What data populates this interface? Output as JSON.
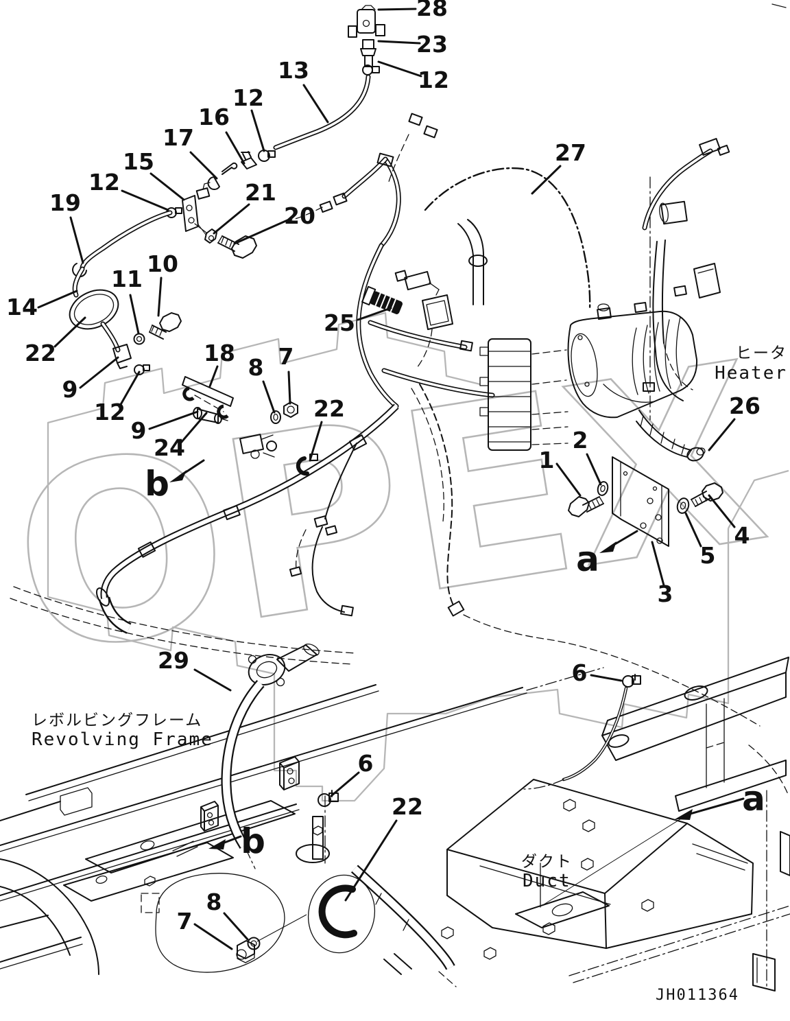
{
  "figure": {
    "drawing_number": "JH011364",
    "watermark": "OPEX"
  },
  "annotations": {
    "heater_jp": "ヒータ",
    "heater_en": "Heater",
    "revolving_frame_jp": "レボルビングフレーム",
    "revolving_frame_en": "Revolving Frame",
    "duct_jp": "ダクト",
    "duct_en": "Duct"
  },
  "views": {
    "a_upper": "a",
    "b_upper": "b",
    "a_lower": "a",
    "b_lower": "b"
  },
  "callouts": [
    {
      "id": "valve-28",
      "label": "28"
    },
    {
      "id": "fitting-23",
      "label": "23"
    },
    {
      "id": "clamp-12-top",
      "label": "12"
    },
    {
      "id": "hose-13",
      "label": "13"
    },
    {
      "id": "clamp-12-hose13",
      "label": "12"
    },
    {
      "id": "fitting-16",
      "label": "16"
    },
    {
      "id": "elbow-17",
      "label": "17"
    },
    {
      "id": "bracket-15",
      "label": "15"
    },
    {
      "id": "clamp-12-left",
      "label": "12"
    },
    {
      "id": "hose-19",
      "label": "19"
    },
    {
      "id": "nut-21",
      "label": "21"
    },
    {
      "id": "bolt-20",
      "label": "20"
    },
    {
      "id": "bolt-10",
      "label": "10"
    },
    {
      "id": "washer-11",
      "label": "11"
    },
    {
      "id": "hose-14",
      "label": "14"
    },
    {
      "id": "loop-22-left",
      "label": "22"
    },
    {
      "id": "bracket-9-left",
      "label": "9"
    },
    {
      "id": "clamp-12-lower",
      "label": "12"
    },
    {
      "id": "plate-18",
      "label": "18"
    },
    {
      "id": "washer-8-mid",
      "label": "8"
    },
    {
      "id": "nut-7-mid",
      "label": "7"
    },
    {
      "id": "bracket-9-mid",
      "label": "9"
    },
    {
      "id": "rod-24",
      "label": "24"
    },
    {
      "id": "glow-plug-25",
      "label": "25"
    },
    {
      "id": "clip-22-mid",
      "label": "22"
    },
    {
      "id": "hose-27",
      "label": "27"
    },
    {
      "id": "hose-26",
      "label": "26"
    },
    {
      "id": "washer-2",
      "label": "2"
    },
    {
      "id": "bolt-1",
      "label": "1"
    },
    {
      "id": "bolt-4",
      "label": "4"
    },
    {
      "id": "washer-5",
      "label": "5"
    },
    {
      "id": "plate-3",
      "label": "3"
    },
    {
      "id": "hose-29",
      "label": "29"
    },
    {
      "id": "clamp-6-right",
      "label": "6"
    },
    {
      "id": "clamp-6-left",
      "label": "6"
    },
    {
      "id": "grommet-22-bottom",
      "label": "22"
    },
    {
      "id": "washer-8-bottom",
      "label": "8"
    },
    {
      "id": "nut-7-bottom",
      "label": "7"
    }
  ]
}
